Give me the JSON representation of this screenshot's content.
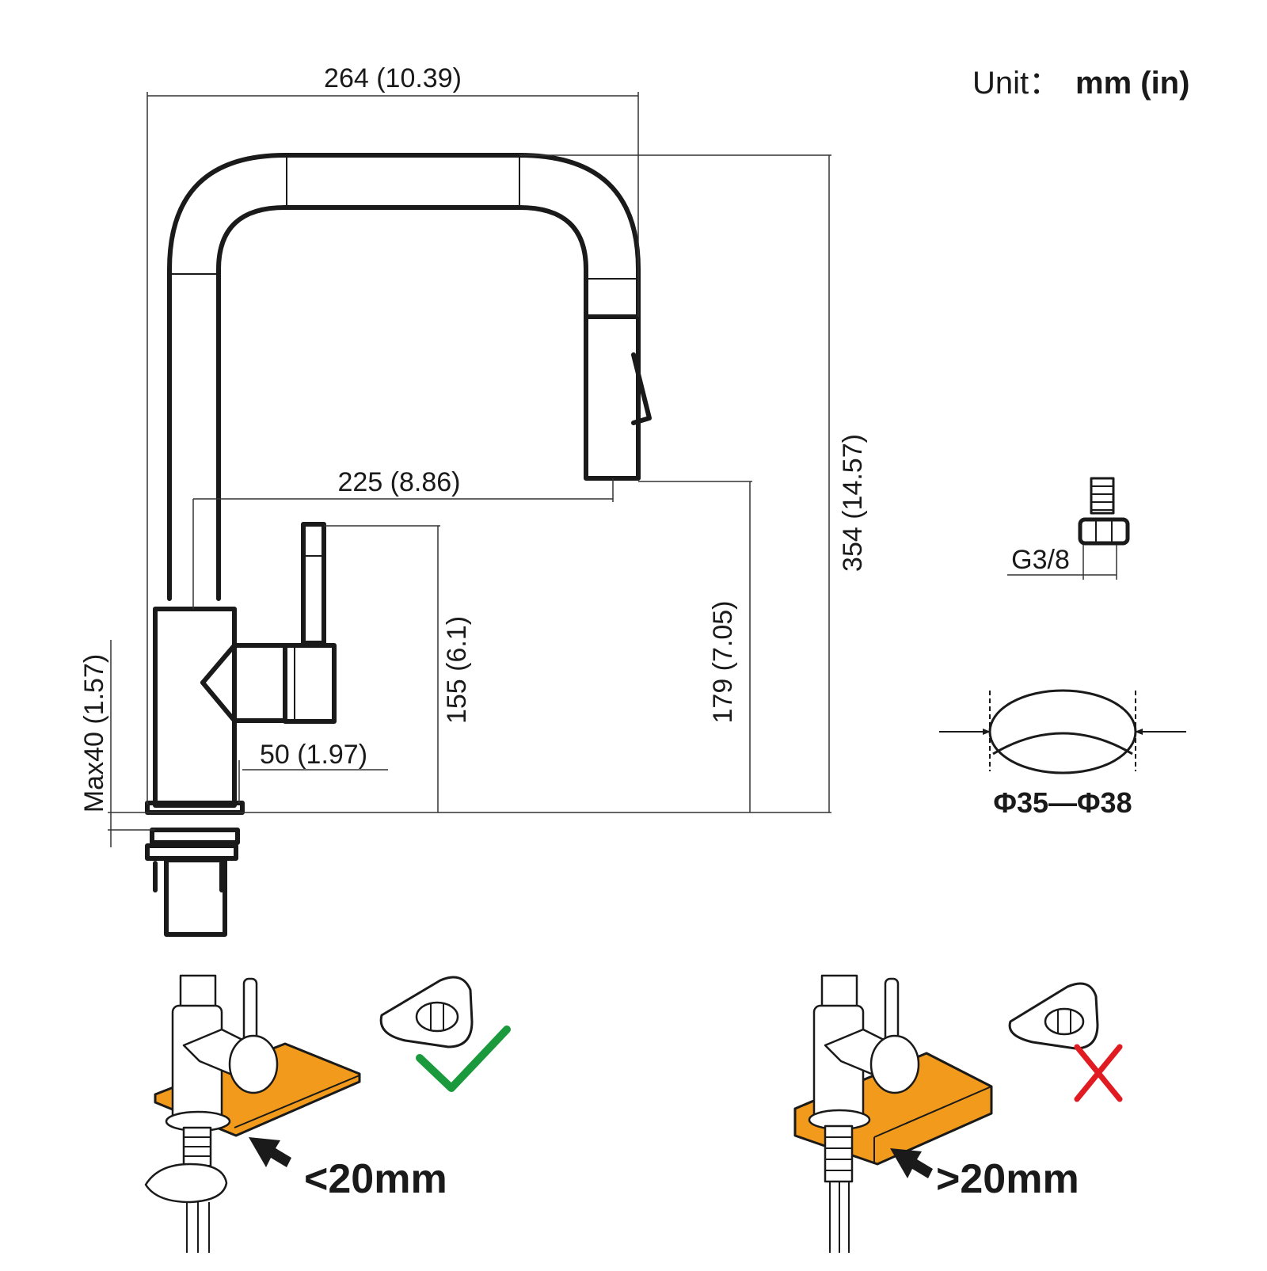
{
  "unit_label": "Unit：",
  "unit_value": "mm (in)",
  "dimensions": {
    "overall_width": "264 (10.39)",
    "overall_height": "354 (14.57)",
    "spout_reach": "225 (8.86)",
    "handle_height": "155 (6.1)",
    "spout_height": "179 (7.05)",
    "base_diameter": "50 (1.97)",
    "max_deck": "Max40 (1.57)"
  },
  "connector_label": "G3/8",
  "hole_size": "Φ35—Φ38",
  "installations": [
    {
      "thickness": "<20mm",
      "status": "correct",
      "mark_color": "#1a9a3c"
    },
    {
      "thickness": ">20mm",
      "status": "incorrect",
      "mark_color": "#e01b22"
    }
  ],
  "colors": {
    "countertop": "#f29a1c",
    "line": "#1a1a1a"
  }
}
